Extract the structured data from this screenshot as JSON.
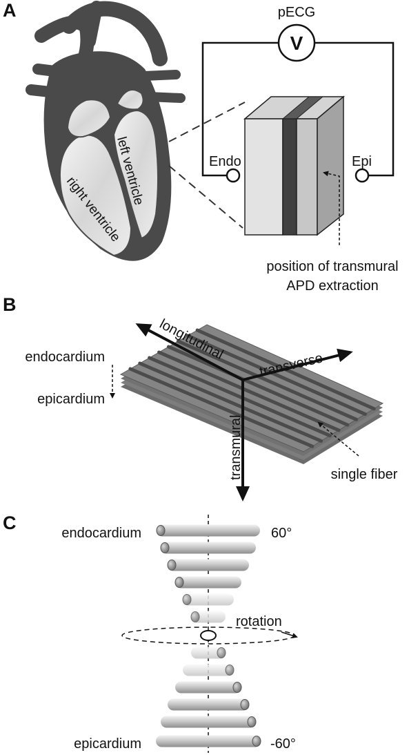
{
  "panel_a": {
    "label": "A",
    "pecg_label": "pECG",
    "voltmeter_symbol": "V",
    "endo_label": "Endo",
    "epi_label": "Epi",
    "left_ventricle": "left ventricle",
    "right_ventricle": "right ventricle",
    "apd_line1": "position of transmural",
    "apd_line2": "APD extraction"
  },
  "panel_b": {
    "label": "B",
    "endocardium": "endocardium",
    "epicardium": "epicardium",
    "longitudinal": "longitudinal",
    "transverse": "transverse",
    "transmural": "transmural",
    "single_fiber": "single fiber"
  },
  "panel_c": {
    "label": "C",
    "endocardium": "endocardium",
    "epicardium": "epicardium",
    "top_angle": "60°",
    "bottom_angle": "-60°",
    "rotation": "rotation"
  }
}
